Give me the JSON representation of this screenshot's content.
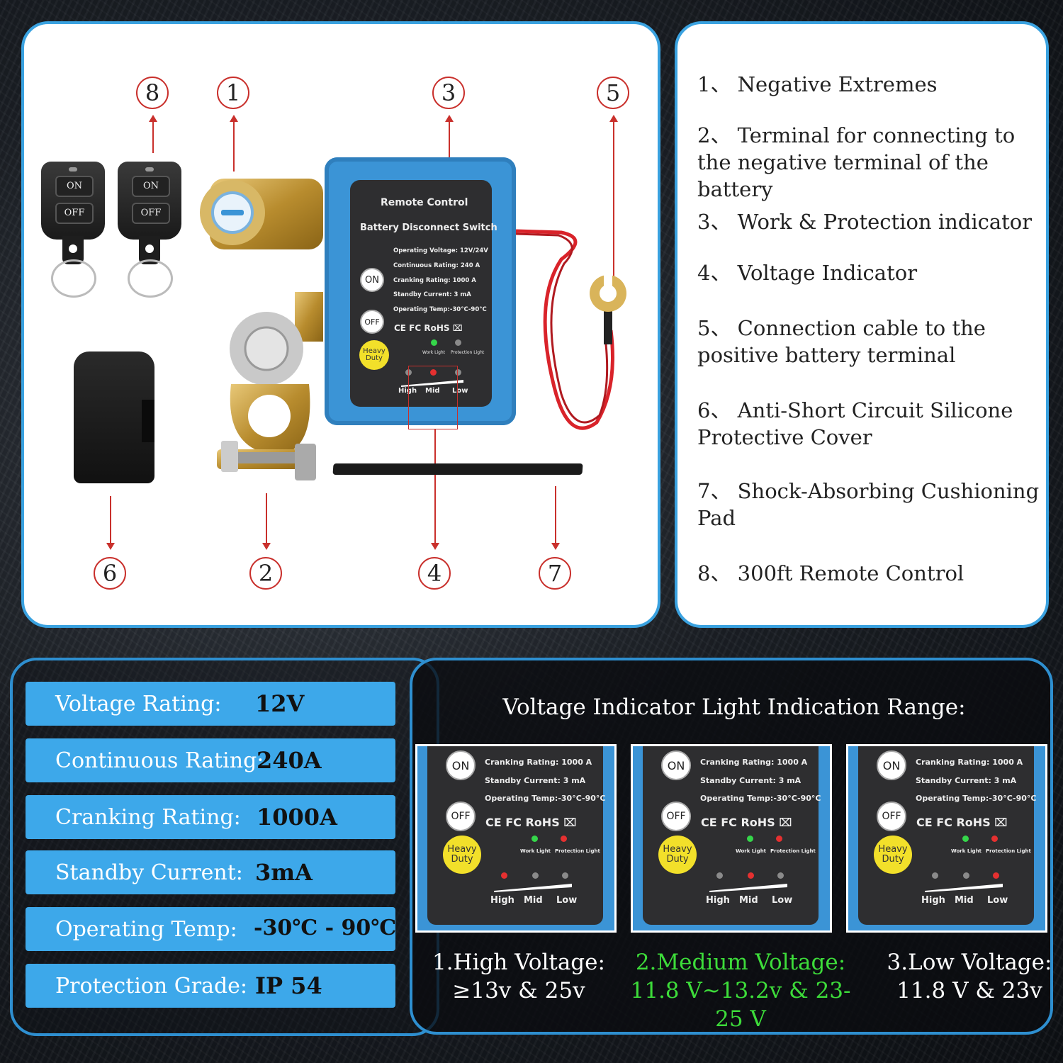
{
  "callouts": [
    "1",
    "2",
    "3",
    "4",
    "5",
    "6",
    "7",
    "8"
  ],
  "remote": {
    "on_label": "ON",
    "off_label": "OFF"
  },
  "device": {
    "title": "Remote Control",
    "subtitle": "Battery Disconnect Switch",
    "specs": [
      "Operating Voltage: 12V/24V",
      "Continuous Rating: 240 A",
      "Cranking Rating: 1000 A",
      "Standby Current: 3 mA",
      "Operating Temp:-30°C-90°C"
    ],
    "on_label": "ON",
    "off_label": "OFF",
    "certs": "CE FC RoHS ⌧",
    "heavy_1": "Heavy",
    "heavy_2": "Duty",
    "work_light": "Work Light",
    "protection_light": "Protection Light",
    "high": "High",
    "mid": "Mid",
    "low": "Low",
    "minus": "−"
  },
  "legend": [
    "1、 Negative Extremes",
    "2、 Terminal for connecting to the negative terminal of the battery",
    "3、 Work & Protection indicator",
    "4、 Voltage Indicator",
    "5、 Connection cable to the positive battery terminal",
    "6、 Anti-Short Circuit Silicone Protective Cover",
    "7、 Shock-Absorbing Cushioning Pad",
    "8、 300ft Remote Control"
  ],
  "specs": [
    {
      "label": "Voltage Rating:",
      "value": "12V"
    },
    {
      "label": "Continuous Rating:",
      "value": "240A"
    },
    {
      "label": "Cranking Rating:",
      "value": "1000A"
    },
    {
      "label": "Standby Current:",
      "value": "3mA"
    },
    {
      "label": "Operating Temp:",
      "value": "-30℃ - 90℃"
    },
    {
      "label": "Protection Grade:",
      "value": "IP 54"
    }
  ],
  "range": {
    "title": "Voltage Indicator Light Indication Range:",
    "mini_specs": [
      "Cranking Rating: 1000 A",
      "Standby Current: 3 mA",
      "Operating Temp:-30°C-90°C"
    ],
    "captions": [
      {
        "line1": "1.High Voltage:",
        "line2": "≥13v & 25v",
        "color": "#ffffff"
      },
      {
        "line1": "2.Medium Voltage:",
        "line2": "11.8 V~13.2v & 23-25 V",
        "color": "#3ddc3a"
      },
      {
        "line1": "3.Low Voltage:",
        "line2": "11.8 V & 23v",
        "color": "#ffffff"
      }
    ]
  },
  "colors": {
    "accent": "#3aa2e0",
    "callout": "#c9302c",
    "led_red": "#e53030",
    "led_green": "#35d64a",
    "led_off": "#8a8a8a"
  }
}
